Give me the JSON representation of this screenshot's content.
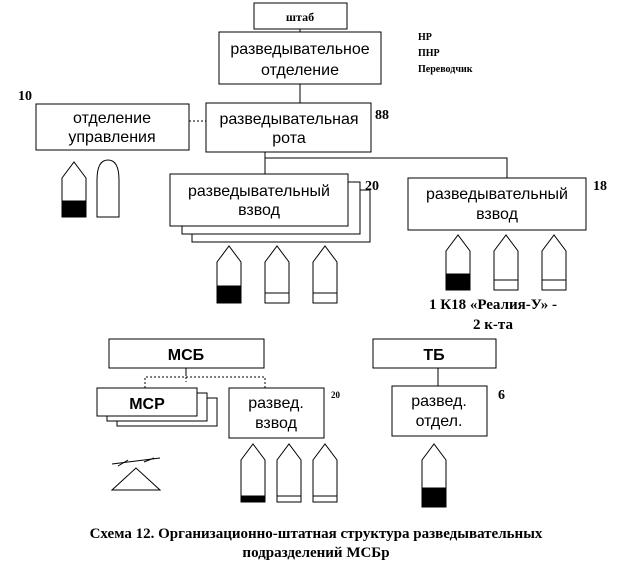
{
  "boxes": {
    "hq": "штаб",
    "recon_dept_1": "разведывательное",
    "recon_dept_2": "отделение",
    "control_1": "отделение",
    "control_2": "управления",
    "recon_company_1": "разведывательная",
    "recon_company_2": "рота",
    "platoon_left_1": "разведывательный",
    "platoon_left_2": "взвод",
    "platoon_right_1": "разведывательный",
    "platoon_right_2": "взвод",
    "msb": "МСБ",
    "tb": "ТБ",
    "msr": "МСР",
    "msb_platoon_1": "развед.",
    "msb_platoon_2": "взвод",
    "tb_section_1": "развед.",
    "tb_section_2": "отдел."
  },
  "side_notes": {
    "line1": "НР",
    "line2": "ПНР",
    "line3": "Переводчик"
  },
  "numbers": {
    "control": "10",
    "company": "88",
    "platoon_left": "20",
    "platoon_right": "18",
    "msb_platoon": "20",
    "tb_section": "6"
  },
  "equipment_note": {
    "line1": "1 К18 «Реалия-У» -",
    "line2": "2 к-та"
  },
  "caption": {
    "line1": "Схема 12. Организационно-штатная структура разведывательных",
    "line2": "подразделений МСБр"
  }
}
